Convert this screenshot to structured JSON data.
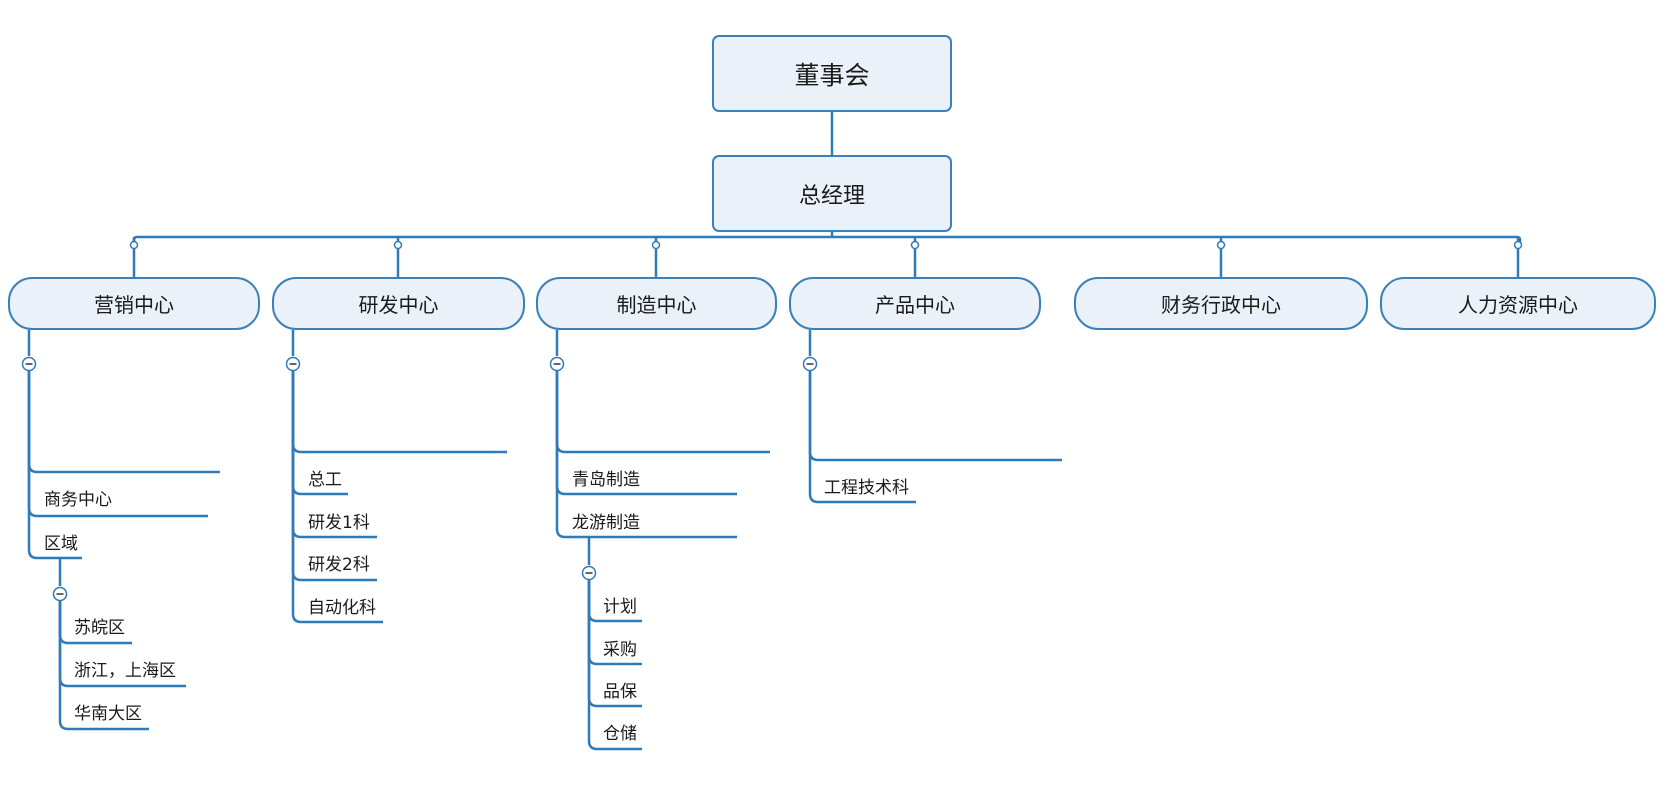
{
  "colors": {
    "line": "#2f7ab8",
    "box_fill": "#eaf1f8",
    "box_border": "#3a80ba",
    "text": "#1a1a1a"
  },
  "diagram": {
    "root": "董事会",
    "gm": "总经理",
    "departments": [
      {
        "id": "marketing",
        "label": "营销中心",
        "children": [
          "",
          "商务中心",
          "区域"
        ],
        "region_children": [
          "苏皖区",
          "浙江，上海区",
          "华南大区"
        ]
      },
      {
        "id": "rnd",
        "label": "研发中心",
        "children": [
          "",
          "总工",
          "研发1科",
          "研发2科",
          "自动化科"
        ]
      },
      {
        "id": "manufacturing",
        "label": "制造中心",
        "children": [
          "",
          "青岛制造",
          "龙游制造"
        ],
        "longyou_children": [
          "计划",
          "采购",
          "品保",
          "仓储"
        ]
      },
      {
        "id": "product",
        "label": "产品中心",
        "children": [
          "",
          "工程技术科"
        ]
      },
      {
        "id": "finance",
        "label": "财务行政中心",
        "children": []
      },
      {
        "id": "hr",
        "label": "人力资源中心",
        "children": []
      }
    ]
  }
}
